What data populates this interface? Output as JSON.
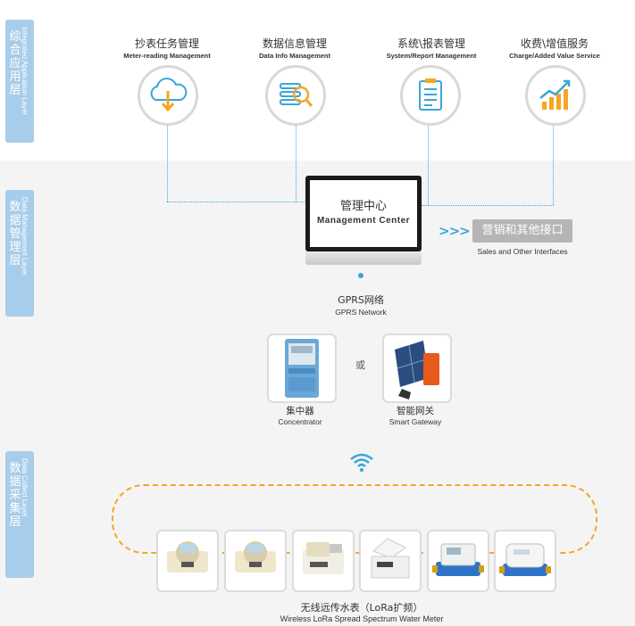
{
  "layers": [
    {
      "cn": "综合应用层",
      "en": "Integrated Application Layer"
    },
    {
      "cn": "数据管理层",
      "en": "Data Management Layer"
    },
    {
      "cn": "数据采集层",
      "en": "Data Collect Layer"
    }
  ],
  "modules": [
    {
      "cn": "抄表任务管理",
      "en": "Meter-reading Management",
      "icon": "cloud-download-icon"
    },
    {
      "cn": "数据信息管理",
      "en": "Data Info Management",
      "icon": "data-search-icon"
    },
    {
      "cn": "系统\\报表管理",
      "en": "System/Report Management",
      "icon": "clipboard-report-icon"
    },
    {
      "cn": "收费\\增值服务",
      "en": "Charge/Added Value Service",
      "icon": "bar-chart-growth-icon"
    }
  ],
  "center": {
    "cn": "管理中心",
    "en": "Management Center"
  },
  "other_interfaces": {
    "arrows": ">>>",
    "cn": "营销和其他接口",
    "en": "Sales and Other Interfaces"
  },
  "gprs": {
    "cn": "GPRS网络",
    "en": "GPRS Network"
  },
  "devices": [
    {
      "cn": "集中器",
      "en": "Concentrator"
    },
    {
      "cn": "智能网关",
      "en": "Smart Gateway"
    }
  ],
  "or_text": "或",
  "meters": {
    "cn": "无线远传水表（LoRa扩频）",
    "en": "Wireless LoRa Spread Spectrum Water Meter",
    "count": 6
  },
  "colors": {
    "accent": "#3aa5d8",
    "layer_tab": "#a8cdea",
    "loop": "#f5a623",
    "chart_orange": "#f5a623"
  }
}
